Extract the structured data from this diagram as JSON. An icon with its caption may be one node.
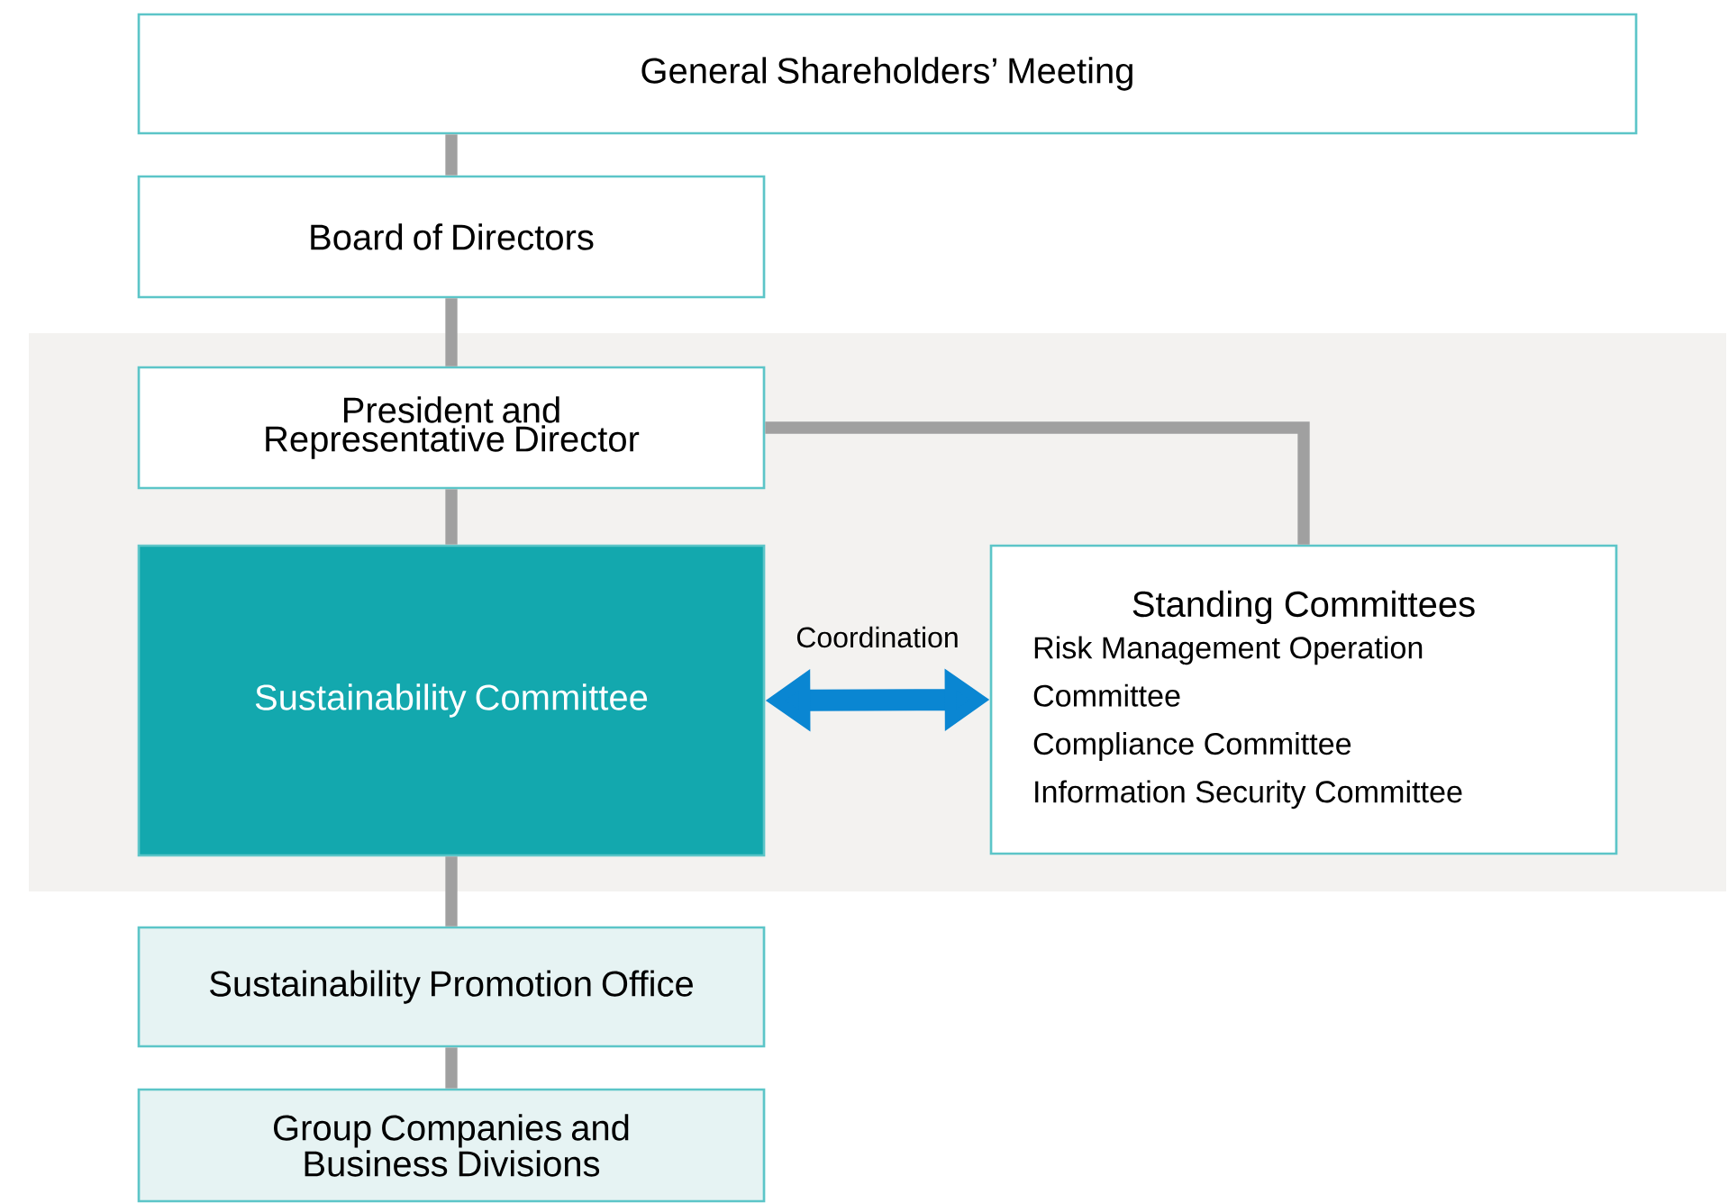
{
  "diagram": {
    "nodes": [
      {
        "text": [
          "General Shareholders’ Meeting"
        ]
      },
      {
        "text": [
          "Board of Directors"
        ]
      },
      {
        "text": [
          "President and Representative Director"
        ]
      },
      {
        "text": [
          "Sustainability Committee"
        ]
      },
      {
        "text": [
          "Standing Committees",
          "Risk Management Operation Committee",
          "Compliance Committee",
          "Information Security Committee"
        ]
      },
      {
        "text": [
          "Sustainability Promotion Office"
        ]
      },
      {
        "text": [
          "Group Companies and Business Divisions"
        ]
      }
    ],
    "edges": [
      {
        "from": 0,
        "to": 1,
        "arrow": "none"
      },
      {
        "from": 1,
        "to": 2,
        "arrow": "none"
      },
      {
        "from": 2,
        "to": 3,
        "arrow": "none"
      },
      {
        "from": 2,
        "to": 4,
        "arrow": "none"
      },
      {
        "from": 3,
        "to": 4,
        "arrow": "both",
        "label": "Coordination",
        "style": "thick",
        "color": "#0a86d2"
      },
      {
        "from": 3,
        "to": 5,
        "arrow": "none"
      },
      {
        "from": 5,
        "to": 6,
        "arrow": "none"
      }
    ]
  }
}
